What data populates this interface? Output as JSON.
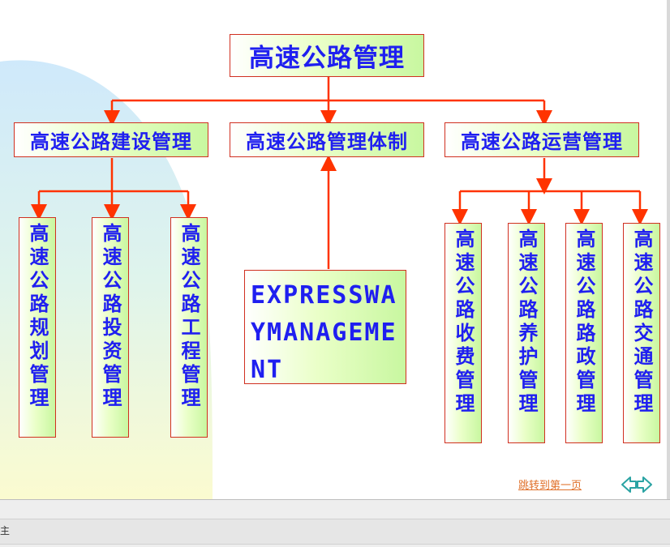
{
  "diagram": {
    "root": "高速公路管理",
    "level1": [
      {
        "label": "高速公路建设管理",
        "children": [
          "高速公路规划管理",
          "高速公路投资管理",
          "高速公路工程管理"
        ]
      },
      {
        "label": "高速公路管理体制",
        "english": "EXPRESSWAYMANAGEMENT"
      },
      {
        "label": "高速公路运营管理",
        "children": [
          "高速公路收费管理",
          "高速公路养护管理",
          "高速公路路政管理",
          "高速公路交通管理"
        ]
      }
    ]
  },
  "footer": {
    "jump_link": "跳转到第一页",
    "nav_prev_icon": "arrow-left-icon",
    "nav_next_icon": "arrow-right-icon"
  },
  "statusbar": {
    "label": "主"
  },
  "colors": {
    "box_text": "#1f1ff0",
    "box_border": "#d03020",
    "connector": "#ff3300",
    "box_fill_end": "#c8f7a0",
    "link": "#e0702a",
    "nav_icon": "#2aa3a3"
  }
}
